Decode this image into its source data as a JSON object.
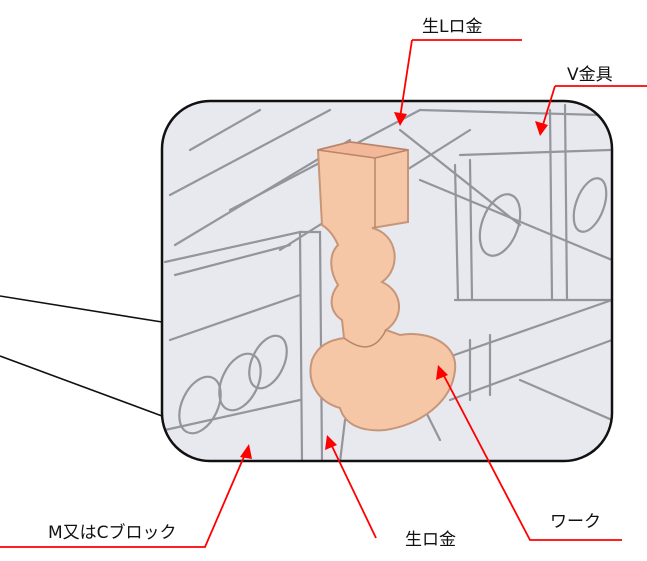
{
  "labels": {
    "raw_l_fixture": "生Lロ金",
    "v_fixture": "V金具",
    "m_or_c_block": "M又はCブロック",
    "raw_fixture": "生ロ金",
    "workpiece": "ワーク"
  },
  "colors": {
    "leader_line": "#ff0000",
    "outline": "#111111",
    "workpiece_fill": "#f6c7a7",
    "panel_bg": "#e7e9ee"
  }
}
